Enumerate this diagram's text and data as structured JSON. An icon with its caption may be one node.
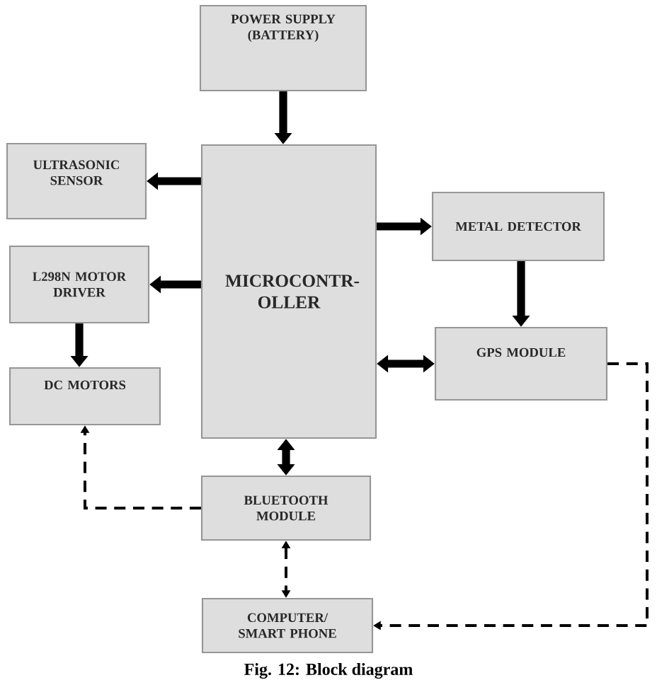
{
  "diagram": {
    "caption": "Fig. 12: Block diagram",
    "nodes": [
      {
        "text": [
          "POWER SUPPLY (BATTERY)"
        ]
      },
      {
        "text": [
          "ULTRASONIC SENSOR"
        ]
      },
      {
        "text": [
          "L298N MOTOR DRIVER"
        ]
      },
      {
        "text": [
          "DC MOTORS"
        ]
      },
      {
        "text": [
          "MICROCONTR-OLLER"
        ]
      },
      {
        "text": [
          "METAL DETECTOR"
        ]
      },
      {
        "text": [
          "GPS MODULE"
        ]
      },
      {
        "text": [
          "BLUETOOTH MODULE"
        ]
      },
      {
        "text": [
          "COMPUTER/ SMART PHONE"
        ]
      }
    ],
    "edges": [
      {
        "from": 0,
        "to": 4,
        "arrow": "to"
      },
      {
        "from": 4,
        "to": 1,
        "arrow": "to"
      },
      {
        "from": 4,
        "to": 2,
        "arrow": "to"
      },
      {
        "from": 4,
        "to": 5,
        "arrow": "to"
      },
      {
        "from": 2,
        "to": 3,
        "arrow": "to"
      },
      {
        "from": 5,
        "to": 6,
        "arrow": "to"
      },
      {
        "from": 4,
        "to": 6,
        "arrow": "both"
      },
      {
        "from": 4,
        "to": 7,
        "arrow": "both"
      },
      {
        "from": 7,
        "to": 3,
        "arrow": "to",
        "style": "dashed"
      },
      {
        "from": 7,
        "to": 8,
        "arrow": "both",
        "style": "dashed"
      },
      {
        "from": 6,
        "to": 8,
        "arrow": "to",
        "style": "dashed"
      }
    ]
  }
}
